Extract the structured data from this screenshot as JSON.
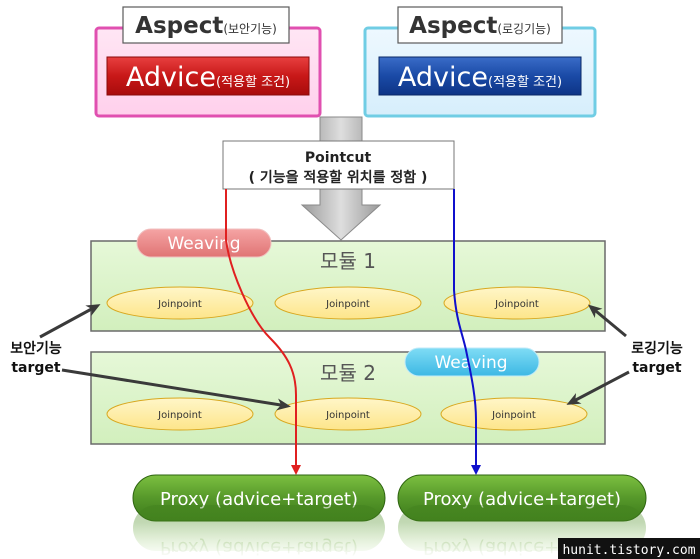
{
  "aspects": [
    {
      "title": "Aspect",
      "subtitle": "(보안기능)",
      "advice": "Advice",
      "advice_sub": "(적용할 조건)"
    },
    {
      "title": "Aspect",
      "subtitle": "(로깅기능)",
      "advice": "Advice",
      "advice_sub": "(적용할 조건)"
    }
  ],
  "pointcut": {
    "title": "Pointcut",
    "desc": "( 기능을 적용할 위치를 정함 )"
  },
  "weaving": [
    "Weaving",
    "Weaving"
  ],
  "modules": [
    {
      "label": "모듈 1",
      "joinpoints": [
        "Joinpoint",
        "Joinpoint",
        "Joinpoint"
      ]
    },
    {
      "label": "모듈 2",
      "joinpoints": [
        "Joinpoint",
        "Joinpoint",
        "Joinpoint"
      ]
    }
  ],
  "targets": [
    {
      "line1": "보안기능",
      "line2": "target"
    },
    {
      "line1": "로깅기능",
      "line2": "target"
    }
  ],
  "proxies": [
    "Proxy (advice+target)",
    "Proxy (advice+target)"
  ],
  "watermark": "hunit.tistory.com",
  "colors": {
    "security": "#e02020",
    "logging": "#1010cc",
    "module_fill": "#dff5cf",
    "proxy": "#5a9a28"
  }
}
